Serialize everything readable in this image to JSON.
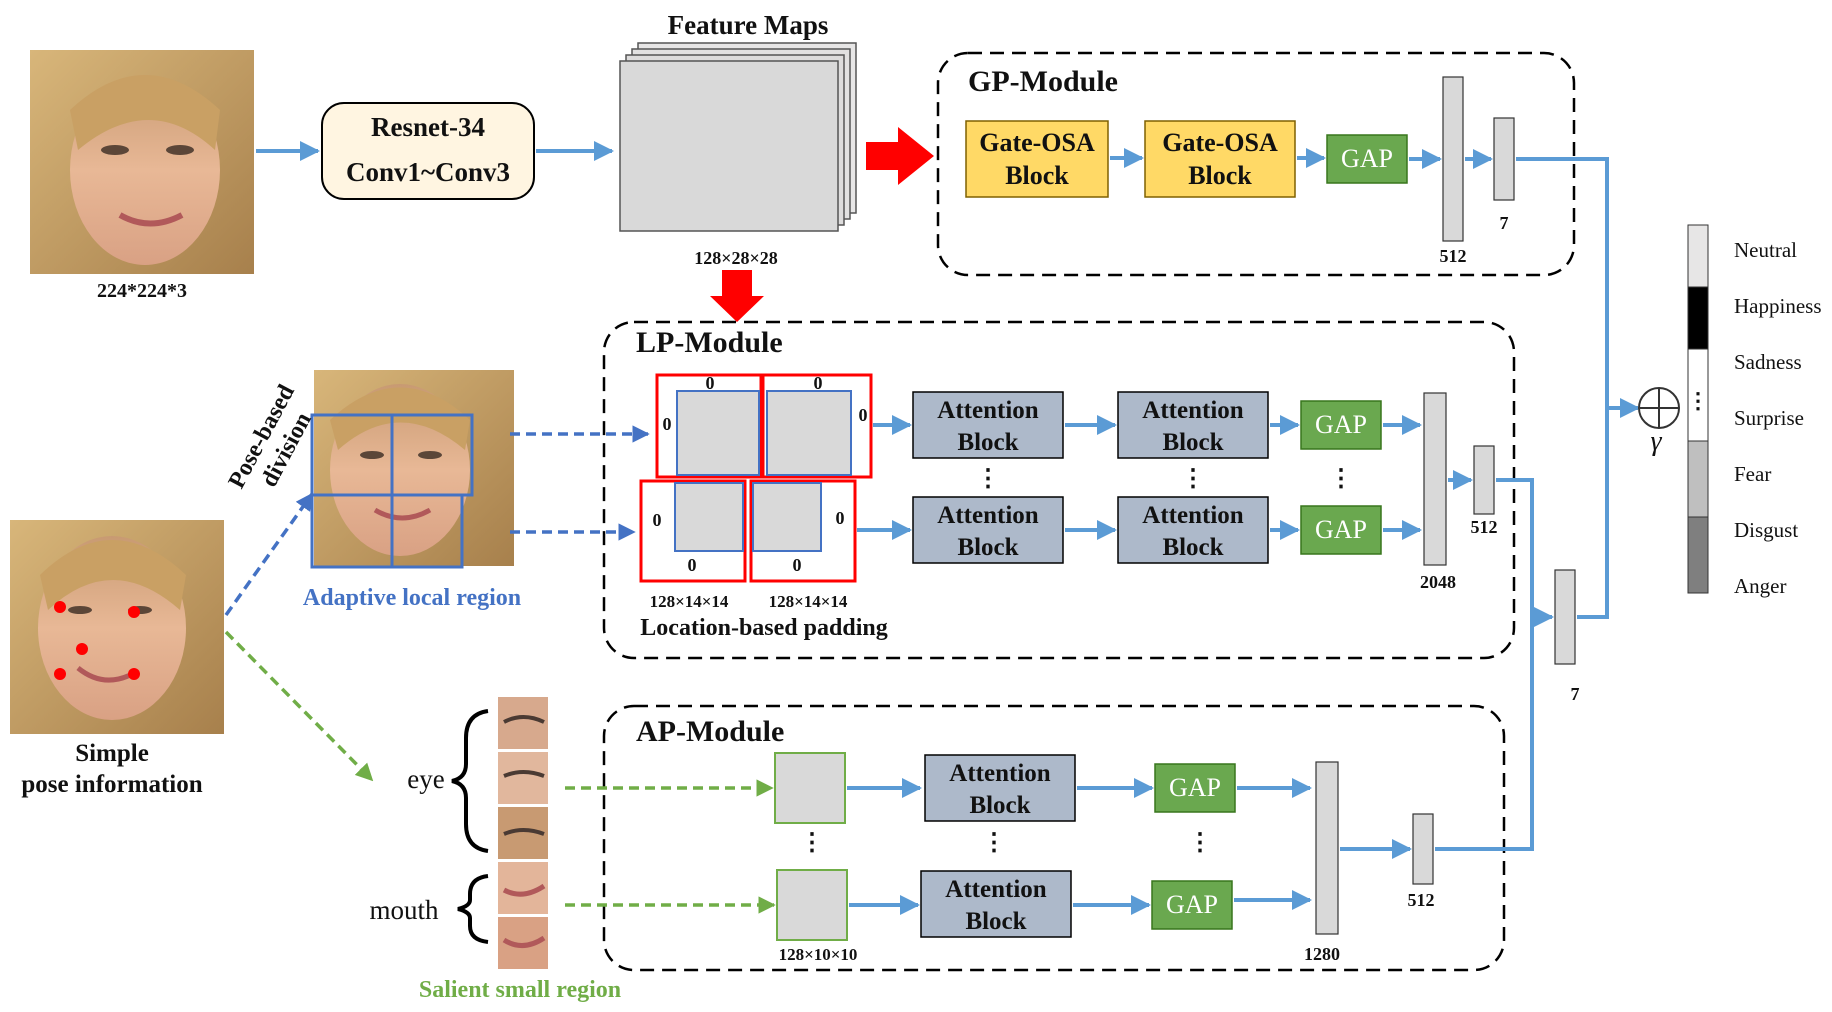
{
  "input": {
    "size_label": "224*224*3"
  },
  "backbone": {
    "line1": "Resnet-34",
    "line2": "Conv1~Conv3"
  },
  "feature_maps": {
    "title": "Feature Maps",
    "dims": "128×28×28"
  },
  "gp": {
    "title": "GP-Module",
    "block1_l1": "Gate-OSA",
    "block1_l2": "Block",
    "block2_l1": "Gate-OSA",
    "block2_l2": "Block",
    "gap": "GAP",
    "dim512": "512",
    "dim7": "7"
  },
  "pose": {
    "division_l1": "Pose-based",
    "division_l2": "division",
    "adaptive_label": "Adaptive local region",
    "simple_l1": "Simple",
    "simple_l2": "pose information"
  },
  "lp": {
    "title": "LP-Module",
    "pad_zero": "0",
    "dims_a": "128×14×14",
    "dims_b": "128×14×14",
    "padding_label": "Location-based padding",
    "att_l1": "Attention",
    "att_l2": "Block",
    "gap": "GAP",
    "vdots": "⋮",
    "dim2048": "2048",
    "dim512": "512"
  },
  "ap": {
    "title": "AP-Module",
    "eye": "eye",
    "mouth": "mouth",
    "salient_label": "Salient small region",
    "dims": "128×10×10",
    "att_l1": "Attention",
    "att_l2": "Block",
    "gap": "GAP",
    "vdots": "⋮",
    "dim1280": "1280",
    "dim512": "512"
  },
  "fusion": {
    "dim7": "7",
    "gamma": "γ"
  },
  "output": {
    "classes": [
      "Neutral",
      "Happiness",
      "Sadness",
      "Surprise",
      "Fear",
      "Disgust",
      "Anger"
    ],
    "vdots": "⋮"
  },
  "colors": {
    "arrow_blue": "#5B9BD5",
    "dash_green": "#70AD47",
    "red": "#FF0000",
    "osa_yellow": "#FFD966",
    "gap_green": "#6AA84F",
    "attention_gray": "#ADB9CA",
    "region_blue": "#4472C4",
    "label_green": "#70AD47"
  }
}
